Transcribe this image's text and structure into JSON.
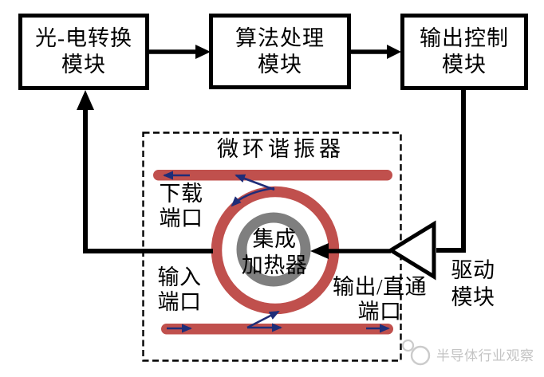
{
  "modules": {
    "photoelectric": {
      "line1": "光-电转换",
      "line2": "模块"
    },
    "algorithm": {
      "line1": "算法处理",
      "line2": "模块"
    },
    "output_control": {
      "line1": "输出控制",
      "line2": "模块"
    },
    "driver": {
      "line1": "驱动",
      "line2": "模块"
    }
  },
  "resonator": {
    "title": "微环谐振器",
    "heater": {
      "line1": "集成",
      "line2": "加热器"
    },
    "ports": {
      "drop": {
        "line1": "下载",
        "line2": "端口"
      },
      "input": {
        "line1": "输入",
        "line2": "端口"
      },
      "through": {
        "line1": "输出/直通",
        "line2": "端口"
      }
    }
  },
  "watermark": {
    "brand": "半导体行业观察"
  },
  "colors": {
    "waveguide_red": "#c0504d",
    "heater_gray": "#7f7f7f",
    "light_path_navy": "#1f2d78",
    "line_black": "#000000",
    "watermark_gray": "#c4c4c4"
  }
}
